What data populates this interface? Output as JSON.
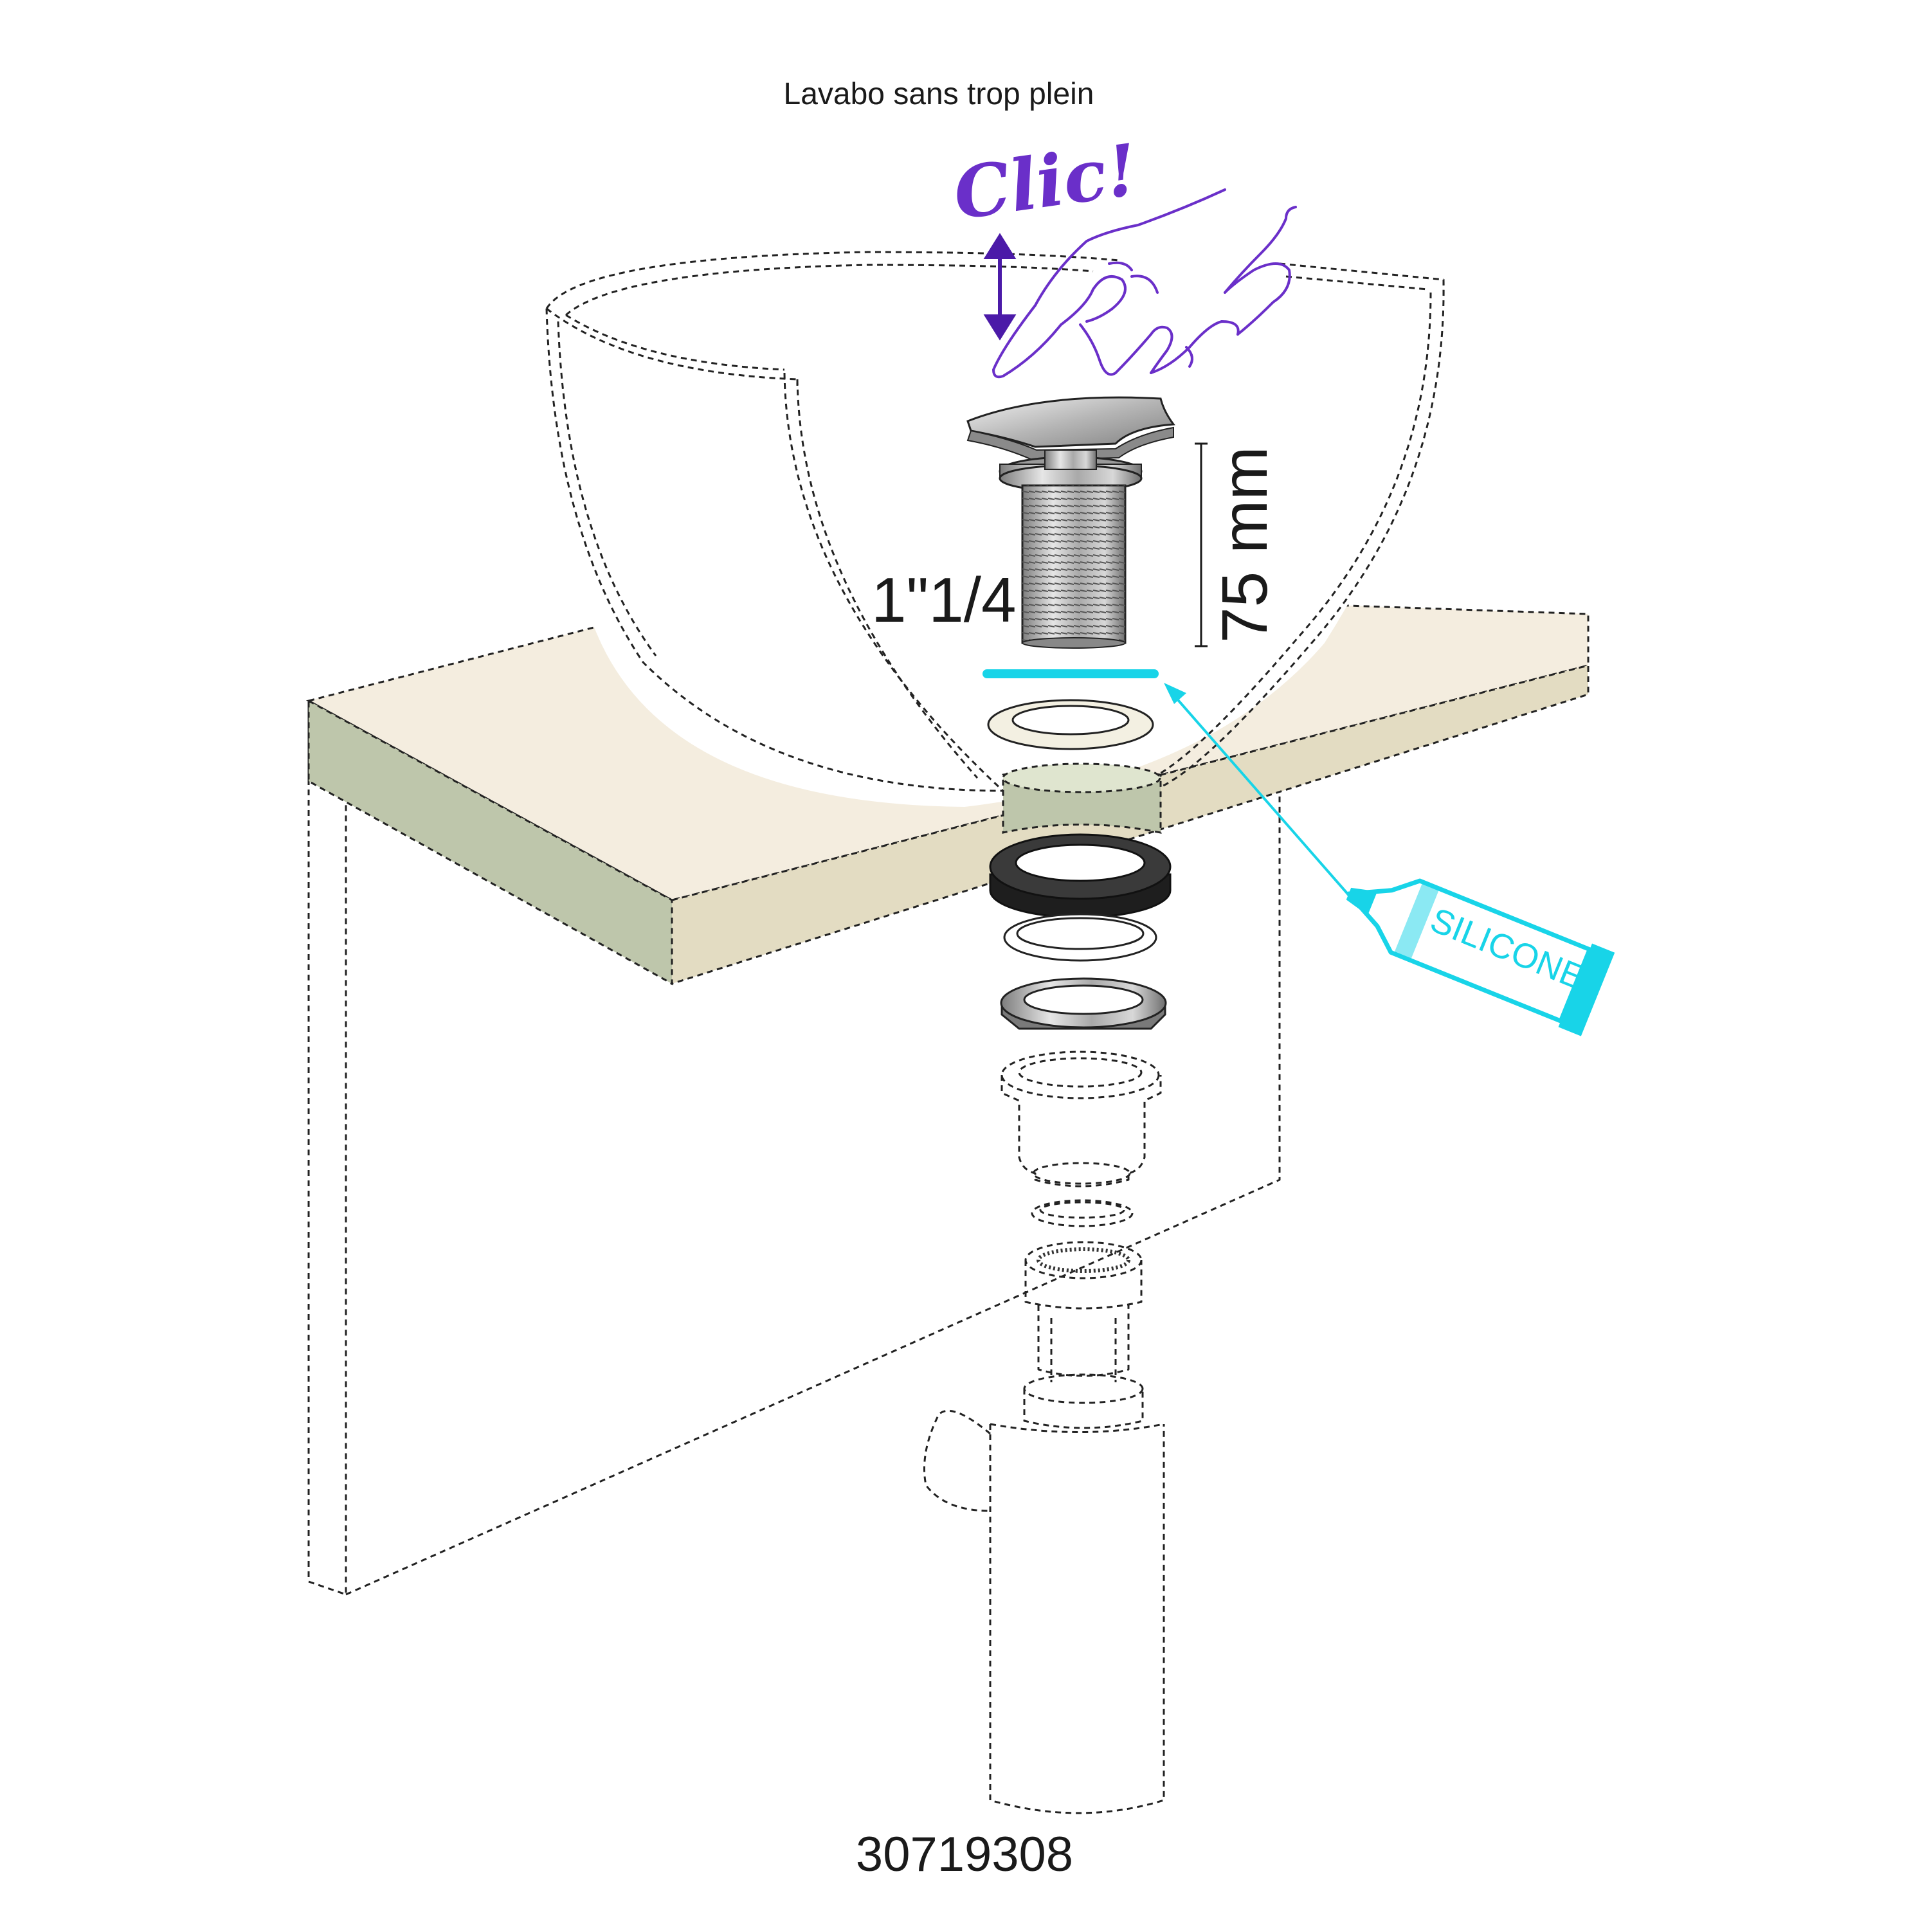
{
  "title": "Lavabo sans trop plein",
  "click_label": "Clic!",
  "thread_label": "1\"1/4",
  "height_label": "75 mm",
  "silicone_label": "SILICONE",
  "product_code": "30719308",
  "colors": {
    "countertop_top": "#f4eddf",
    "countertop_front": "#e3dcc2",
    "countertop_left": "#bec6ab",
    "silicone": "#18d4e8",
    "hand": "#6a2fc9",
    "arrow": "#4b1aa8",
    "chrome": "#b8b8b8",
    "black_seal": "#2f2f2f",
    "white_seal": "#f3f0e2"
  }
}
